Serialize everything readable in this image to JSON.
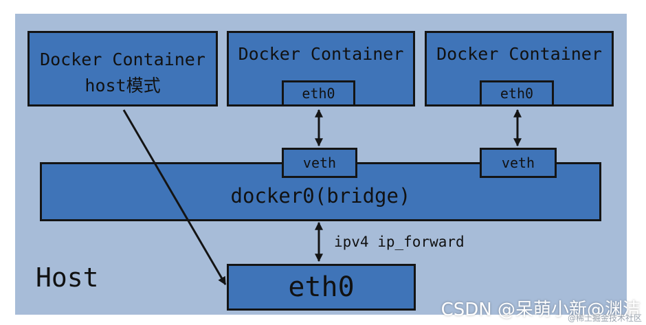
{
  "diagram": {
    "containers": [
      {
        "line1": "Docker Container",
        "line2": "host模式"
      },
      {
        "line1": "Docker Container",
        "inner": "eth0"
      },
      {
        "line1": "Docker Container",
        "inner": "eth0"
      }
    ],
    "veths": [
      "veth",
      "veth"
    ],
    "bridge": "docker0(bridge)",
    "host_eth": "eth0",
    "host_label": "Host",
    "forward_label": "ipv4 ip_forward"
  },
  "watermark": {
    "text": "CSDN @呆萌小新@渊洁",
    "subtext": "@稀土掘金技术社区"
  },
  "colors": {
    "host_bg": "#a7bcd8",
    "box_fill": "#3f74b8",
    "stroke": "#141414"
  }
}
